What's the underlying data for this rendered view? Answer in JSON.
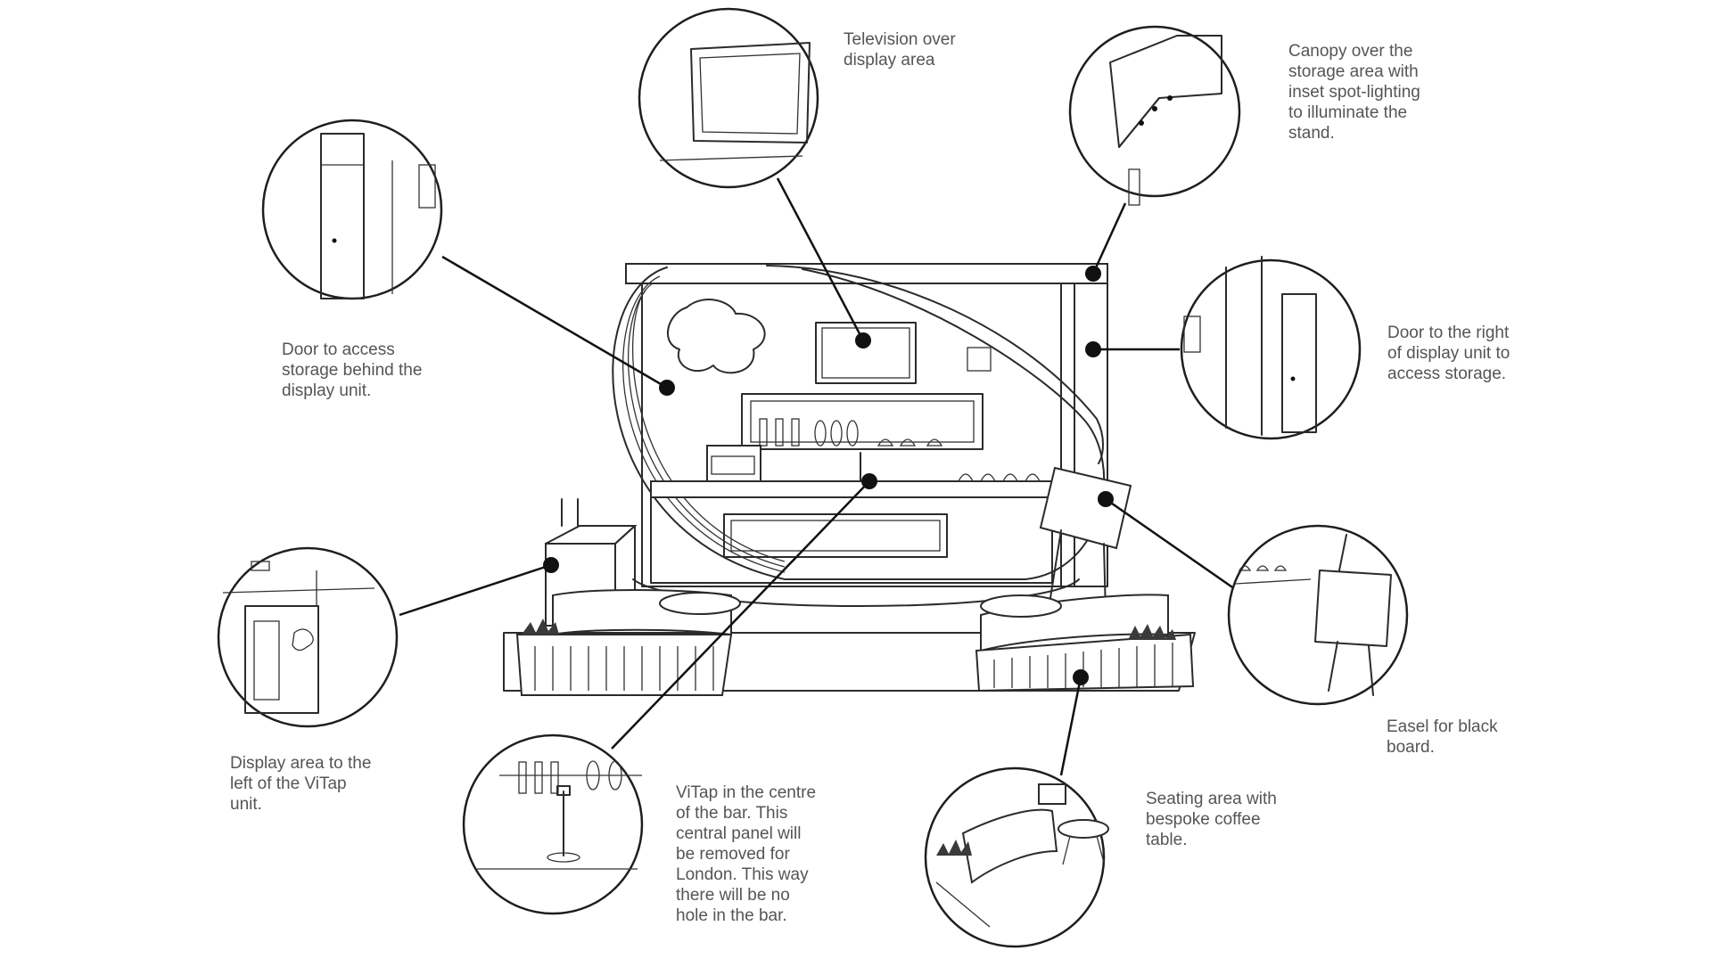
{
  "callouts": [
    {
      "id": "tv",
      "text": "Television over\ndisplay area"
    },
    {
      "id": "canopy",
      "text": "Canopy over the\nstorage area with\ninset spot-lighting\nto illuminate the\nstand."
    },
    {
      "id": "door-behind",
      "text": "Door to access\nstorage behind the\ndisplay unit."
    },
    {
      "id": "door-right",
      "text": "Door to the right\nof display unit to\naccess storage."
    },
    {
      "id": "display-left",
      "text": "Display area to the\nleft of the ViTap\nunit."
    },
    {
      "id": "vitap",
      "text": "ViTap in the centre\nof the bar. This\ncentral panel will\nbe removed for\nLondon. This way\nthere will be no\nhole in the bar."
    },
    {
      "id": "easel",
      "text": "Easel for black\nboard."
    },
    {
      "id": "seating",
      "text": "Seating area with\nbespoke coffee\ntable."
    }
  ],
  "colors": {
    "line": "#2b2b2b",
    "text": "#555555",
    "background": "#ffffff"
  }
}
